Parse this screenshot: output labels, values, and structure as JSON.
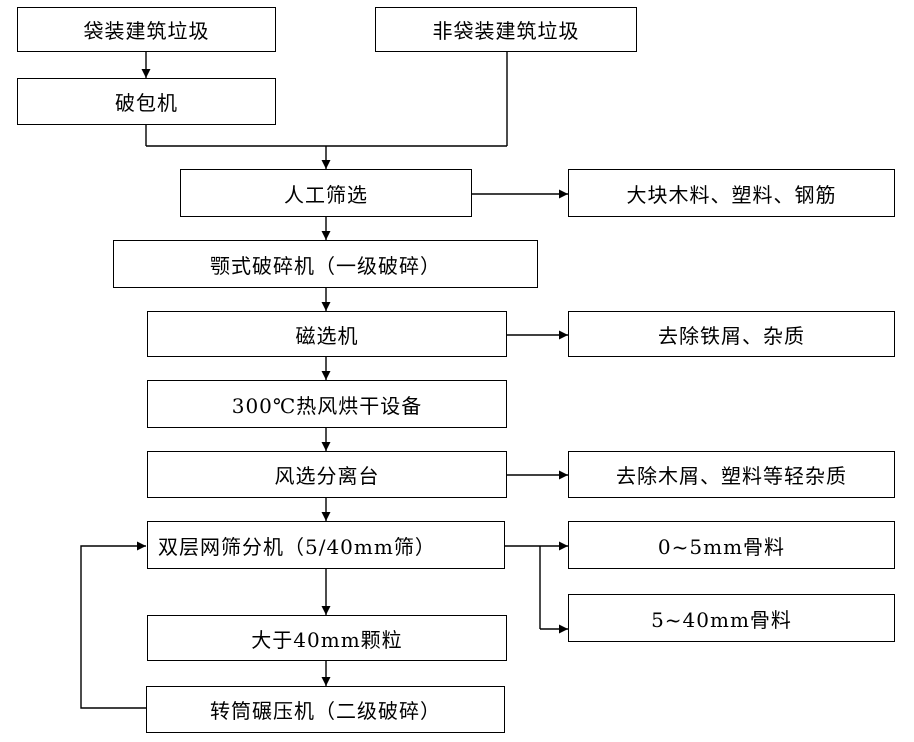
{
  "nodes": {
    "bagged": "袋装建筑垃圾",
    "unbagged": "非袋装建筑垃圾",
    "bag_breaker": "破包机",
    "manual_sort": "人工筛选",
    "manual_out": "大块木料、塑料、钢筋",
    "jaw_crusher": "颚式破碎机（一级破碎）",
    "magnetic": "磁选机",
    "magnetic_out": "去除铁屑、杂质",
    "dryer": "300℃热风烘干设备",
    "air_sep": "风选分离台",
    "air_sep_out": "去除木屑、塑料等轻杂质",
    "screen": "双层网筛分机（5/40mm筛）",
    "agg_fine": "0~5mm骨料",
    "agg_coarse": "5~40mm骨料",
    "oversize": "大于40mm颗粒",
    "roller": "转筒碾压机（二级破碎）"
  }
}
